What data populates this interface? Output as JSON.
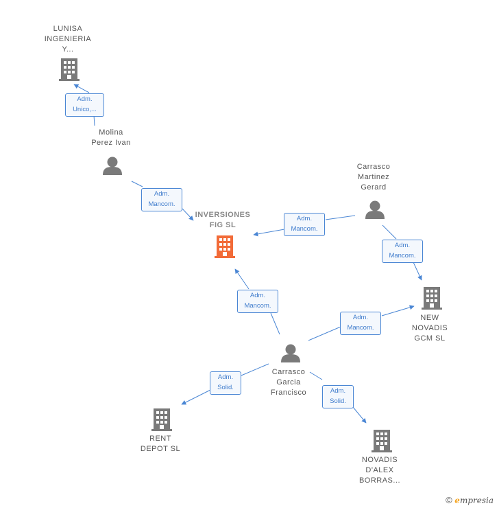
{
  "nodes": {
    "lunisa": {
      "label": "LUNISA\nINGENIERIA\nY...",
      "type": "company"
    },
    "molina": {
      "label": "Molina\nPerez Ivan",
      "type": "person"
    },
    "inversiones": {
      "label": "INVERSIONES\nFIG SL",
      "type": "company-main"
    },
    "carrasco_martinez": {
      "label": "Carrasco\nMartinez\nGerard",
      "type": "person"
    },
    "new_novadis": {
      "label": "NEW\nNOVADIS\nGCM SL",
      "type": "company"
    },
    "carrasco_garcia": {
      "label": "Carrasco\nGarcia\nFrancisco",
      "type": "person"
    },
    "rent_depot": {
      "label": "RENT\nDEPOT SL",
      "type": "company"
    },
    "novadis_alex": {
      "label": "NOVADIS\nD'ALEX\nBORRAS...",
      "type": "company"
    }
  },
  "edges": {
    "molina_lunisa": "Adm.\nUnico,...",
    "molina_inversiones": "Adm.\nMancom.",
    "martinez_inversiones": "Adm.\nMancom.",
    "martinez_newnovadis": "Adm.\nMancom.",
    "garcia_inversiones": "Adm.\nMancom.",
    "garcia_newnovadis": "Adm.\nMancom.",
    "garcia_rentdepot": "Adm.\nSolid.",
    "garcia_novadisalex": "Adm.\nSolid."
  },
  "colors": {
    "edge": "#4a86d4",
    "icon": "#7a7a7a",
    "main_icon": "#f26b38"
  },
  "icons": {
    "company": "building-icon",
    "person": "person-icon"
  },
  "footer": {
    "copyright_symbol": "©",
    "brand_initial": "e",
    "brand_rest": "mpresia"
  }
}
